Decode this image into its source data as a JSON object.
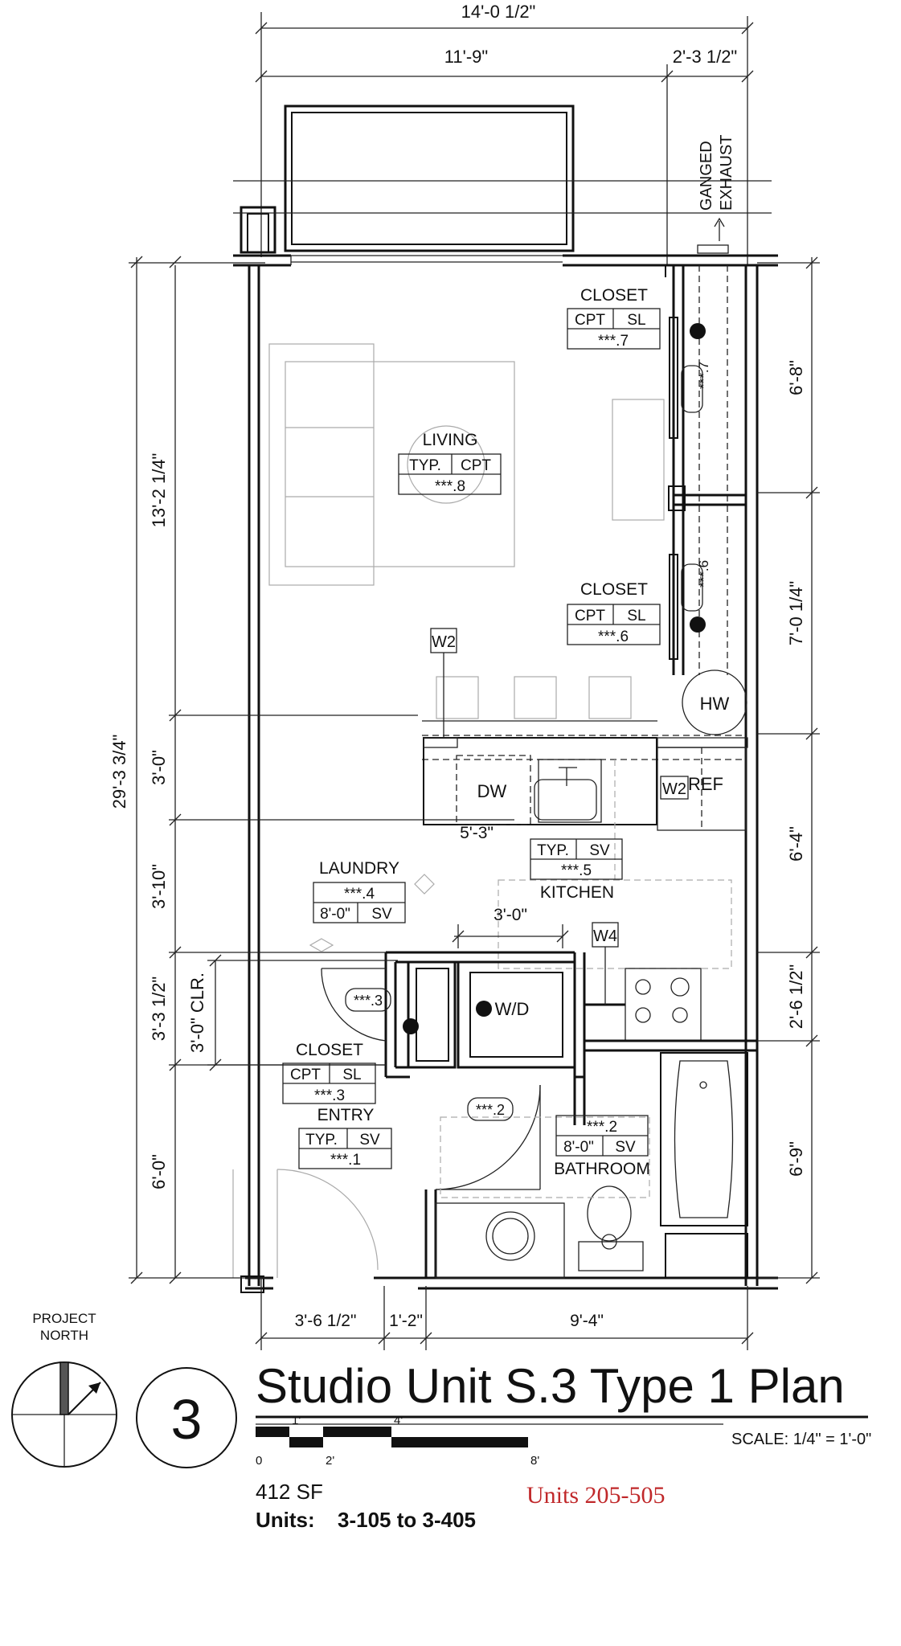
{
  "title": "Studio Unit S.3 Type 1 Plan",
  "view_number": "3",
  "north_label": [
    "PROJECT",
    "NORTH"
  ],
  "scale_text": "SCALE:  1/4\" = 1'-0\"",
  "scale_ticks": [
    "0",
    "1'",
    "2'",
    "4'",
    "8'"
  ],
  "area": "412 SF",
  "units_label": "Units:",
  "units_range": "3-105 to 3-405",
  "handwritten_note": "Units 205-505",
  "ganged_exhaust": [
    "GANGED",
    "EXHAUST"
  ],
  "dimensions": {
    "top_overall": "14'-0 1/2\"",
    "top_left": "11'-9\"",
    "top_right": "2'-3 1/2\"",
    "left_overall": "29'-3 3/4\"",
    "left_living": "13'-2 1/4\"",
    "left_kitchen": "3'-0\"",
    "left_laundry": "3'-10\"",
    "left_closet": "3'-3 1/2\"",
    "closet_clear": "3'-0\" CLR.",
    "left_entry": "6'-0\"",
    "right_closet1": "6'-8\"",
    "right_closet2": "7'-0 1/4\"",
    "right_kitchen": "6'-4\"",
    "right_range": "2'-6 1/2\"",
    "right_bath": "6'-9\"",
    "bottom_1": "3'-6 1/2\"",
    "bottom_2": "1'-2\"",
    "bottom_3": "9'-4\"",
    "counter": "5'-3\"",
    "laundry_width": "3'-0\""
  },
  "rooms": {
    "closet_top": {
      "name": "CLOSET",
      "a": "CPT",
      "b": "SL",
      "num": "***.7"
    },
    "living": {
      "name": "LIVING",
      "a": "TYP.",
      "b": "CPT",
      "num": "***.8"
    },
    "closet_mid": {
      "name": "CLOSET",
      "a": "CPT",
      "b": "SL",
      "num": "***.6"
    },
    "laundry": {
      "name": "LAUNDRY",
      "num": "***.4",
      "a": "8'-0\"",
      "b": "SV"
    },
    "kitchen": {
      "name": "KITCHEN",
      "a": "TYP.",
      "b": "SV",
      "num": "***.5"
    },
    "closet_entry": {
      "name": "CLOSET",
      "a": "CPT",
      "b": "SL",
      "num": "***.3"
    },
    "entry": {
      "name": "ENTRY",
      "a": "TYP.",
      "b": "SV",
      "num": "***.1"
    },
    "bathroom": {
      "name": "BATHROOM",
      "num": "***.2",
      "a": "8'-0\"",
      "b": "SV"
    }
  },
  "door_tags": {
    "closet7": "***.7",
    "closet6": "***.6",
    "closet3": "***.3",
    "bath2": "***.2"
  },
  "window_tags": {
    "w2_living": "W2",
    "w2_ref": "W2",
    "w4": "W4"
  },
  "equipment": {
    "hw": "HW",
    "dw": "DW",
    "ref": "REF",
    "wd": "W/D"
  }
}
